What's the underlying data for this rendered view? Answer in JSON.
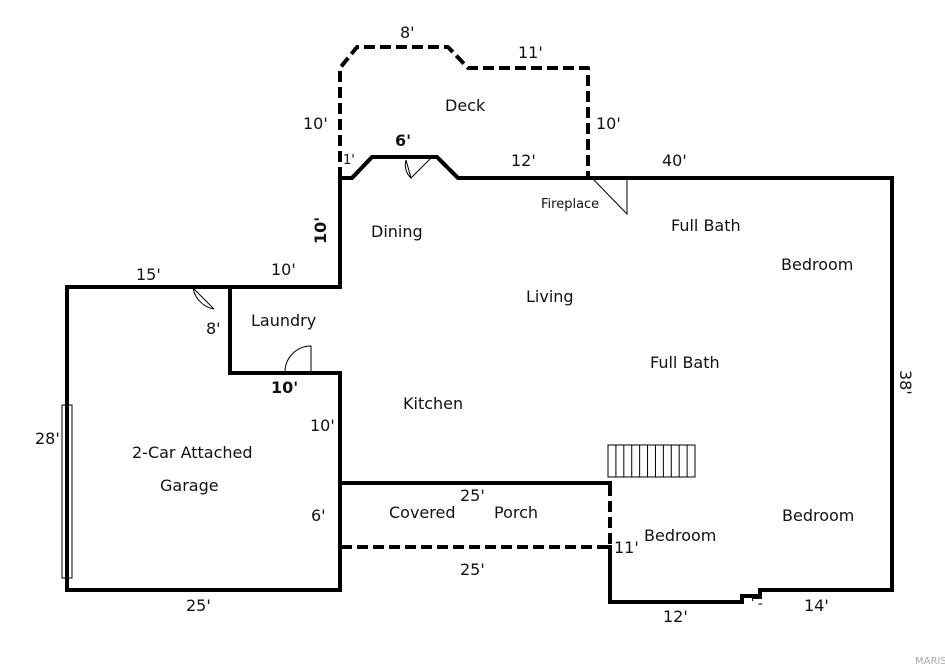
{
  "rooms": {
    "deck": "Deck",
    "dining": "Dining",
    "fireplace": "Fireplace",
    "full_bath_upper": "Full Bath",
    "bedroom_upper": "Bedroom",
    "living": "Living",
    "laundry": "Laundry",
    "full_bath_lower": "Full Bath",
    "kitchen": "Kitchen",
    "garage_line1": "2-Car Attached",
    "garage_line2": "Garage",
    "covered": "Covered",
    "porch": "Porch",
    "bedroom_lower_left": "Bedroom",
    "bedroom_lower_right": "Bedroom"
  },
  "dimensions": {
    "deck_top": "8'",
    "deck_top_right": "11'",
    "deck_left": "10'",
    "deck_right": "10'",
    "deck_bump": "6'",
    "deck_bottom": "12'",
    "deck_corner": "1'",
    "house_top": "40'",
    "dining_left": "10'",
    "garage_top": "15'",
    "laundry_top": "10'",
    "laundry_left": "8'",
    "laundry_bottom": "10'",
    "kitchen_left": "10'",
    "garage_left": "28'",
    "house_right": "38'",
    "porch_top": "25'",
    "porch_left": "6'",
    "porch_bottom": "25'",
    "bedroom_left": "11'",
    "garage_bottom": "12'",
    "bump_notch": "1'",
    "bottom_right": "14'",
    "garage_width": "25'"
  },
  "watermark": "MARIS"
}
